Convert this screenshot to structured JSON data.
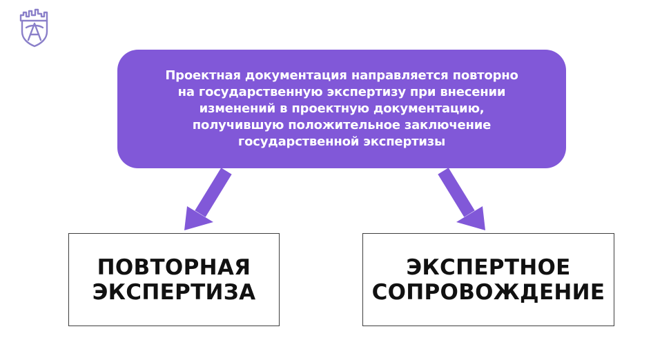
{
  "main": {
    "text_lines": [
      "Проектная документация направляется повторно",
      "на государственную экспертизу при внесении",
      "изменений в проектную документацию,",
      "получившую положительное заключение",
      "государственной экспертизы"
    ]
  },
  "left_box": {
    "lines": [
      "ПОВТОРНАЯ",
      "ЭКСПЕРТИЗА"
    ]
  },
  "right_box": {
    "lines": [
      "ЭКСПЕРТНОЕ",
      "СОПРОВОЖДЕНИЕ"
    ]
  },
  "colors": {
    "accent": "#8158d8",
    "logo": "#8a7fc9",
    "border": "#3d3d3d",
    "text_dark": "#111111",
    "text_light": "#ffffff"
  },
  "icons": {
    "logo": "emblem-shield-logo",
    "arrow_left": "down-left-arrow-icon",
    "arrow_right": "down-right-arrow-icon"
  }
}
